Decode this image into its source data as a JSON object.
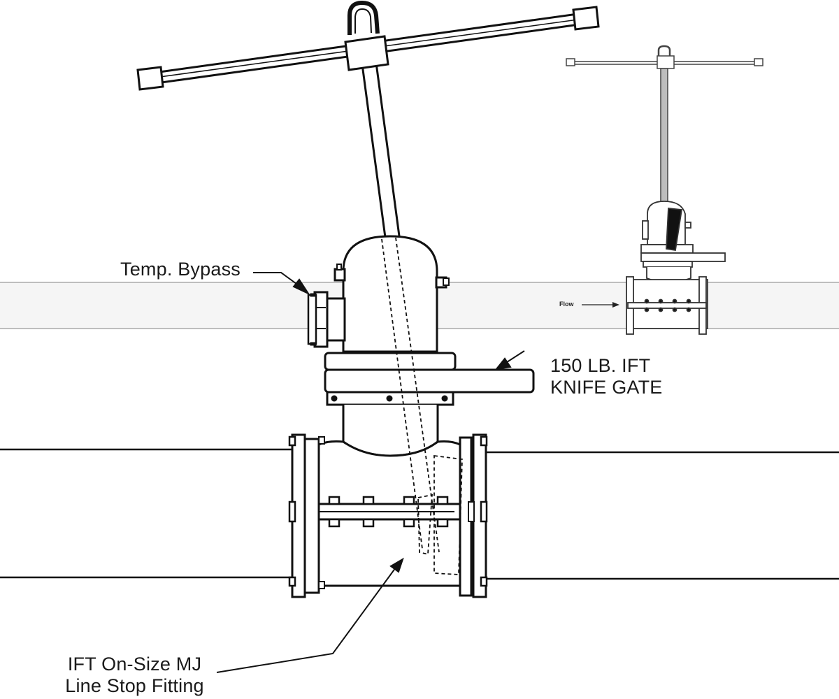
{
  "labels": {
    "temp_bypass": "Temp. Bypass",
    "knife_gate_line1": "150 LB. IFT",
    "knife_gate_line2": "KNIFE GATE",
    "fitting_line1": "IFT On-Size MJ",
    "fitting_line2": "Line Stop Fitting",
    "flow": "Flow"
  },
  "colors": {
    "line": "#111111",
    "ghost_pipe": "#f2f2f2",
    "fill": "#ffffff"
  }
}
